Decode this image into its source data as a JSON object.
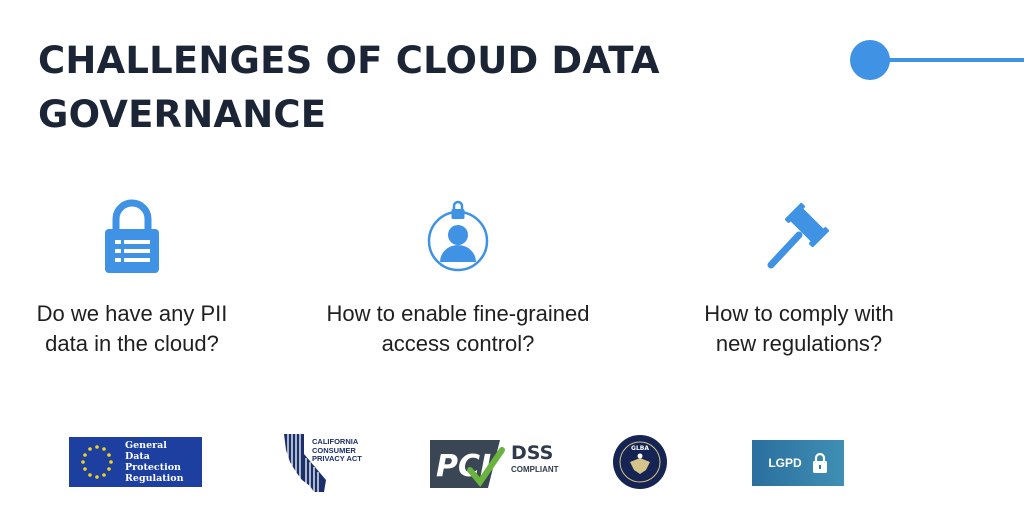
{
  "slide": {
    "title_line1": "CHALLENGES OF CLOUD DATA",
    "title_line2": "GOVERNANCE",
    "accent_color": "#3f92e4",
    "text_color": "#1b2536"
  },
  "challenges": [
    {
      "icon": "lock-icon",
      "line1": "Do we have any PII",
      "line2": "data in the cloud?"
    },
    {
      "icon": "user-lock-icon",
      "line1": "How to enable fine-grained",
      "line2": "access control?"
    },
    {
      "icon": "gavel-icon",
      "line1": "How to comply with",
      "line2": "new regulations?"
    }
  ],
  "regulations": {
    "gdpr": [
      "General",
      "Data",
      "Protection",
      "Regulation"
    ],
    "ccpa": [
      "CALIFORNIA",
      "CONSUMER",
      "PRIVACY ACT"
    ],
    "pci": {
      "mark": "PCI",
      "dss": "DSS",
      "compliant": "COMPLIANT"
    },
    "glba": "GLBA",
    "lgpd": "LGPD"
  }
}
